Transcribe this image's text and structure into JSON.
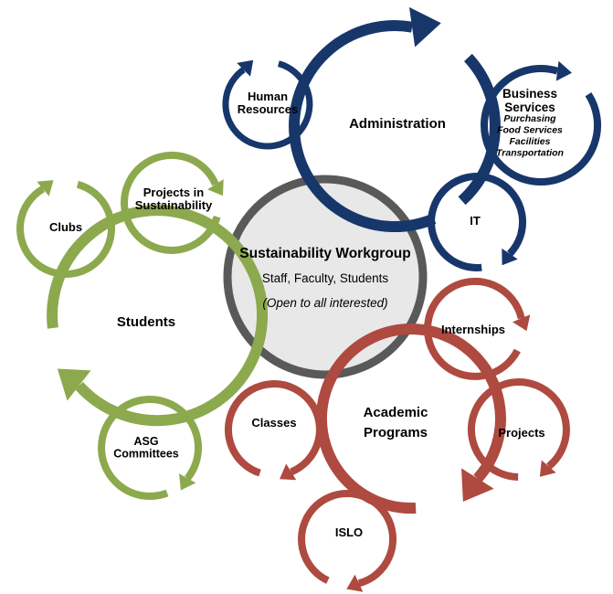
{
  "center": {
    "title_lines": [
      "Sustainability Workgroup"
    ],
    "subtitle_lines": [
      "Staff, Faculty, Students"
    ],
    "note_lines": [
      "(Open to all interested)"
    ],
    "fill_color": "#e8e8e8",
    "border_color": "#595959"
  },
  "groups": [
    {
      "name": "administration",
      "label_lines": [
        "Administration"
      ],
      "color": "#17376b",
      "nodes": [
        {
          "name": "human-resources",
          "lines": [
            "Human",
            "Resources"
          ]
        },
        {
          "name": "business-services",
          "lines": [
            "Business",
            "Services"
          ],
          "sub_lines": [
            "Purchasing",
            "Food Services",
            "Facilities",
            "Transportation"
          ]
        },
        {
          "name": "it",
          "lines": [
            "IT"
          ]
        }
      ]
    },
    {
      "name": "students",
      "label_lines": [
        "Students"
      ],
      "color": "#8ca94e",
      "nodes": [
        {
          "name": "clubs",
          "lines": [
            "Clubs"
          ]
        },
        {
          "name": "projects-in-sustainability",
          "lines": [
            "Projects in",
            "Sustainability"
          ]
        },
        {
          "name": "asg-committees",
          "lines": [
            "ASG",
            "Committees"
          ]
        }
      ]
    },
    {
      "name": "academic-programs",
      "label_lines": [
        "Academic",
        "Programs"
      ],
      "color": "#ae4a40",
      "nodes": [
        {
          "name": "internships",
          "lines": [
            "Internships"
          ]
        },
        {
          "name": "projects",
          "lines": [
            "Projects"
          ]
        },
        {
          "name": "islo",
          "lines": [
            "ISLO"
          ]
        },
        {
          "name": "classes",
          "lines": [
            "Classes"
          ]
        }
      ]
    }
  ]
}
